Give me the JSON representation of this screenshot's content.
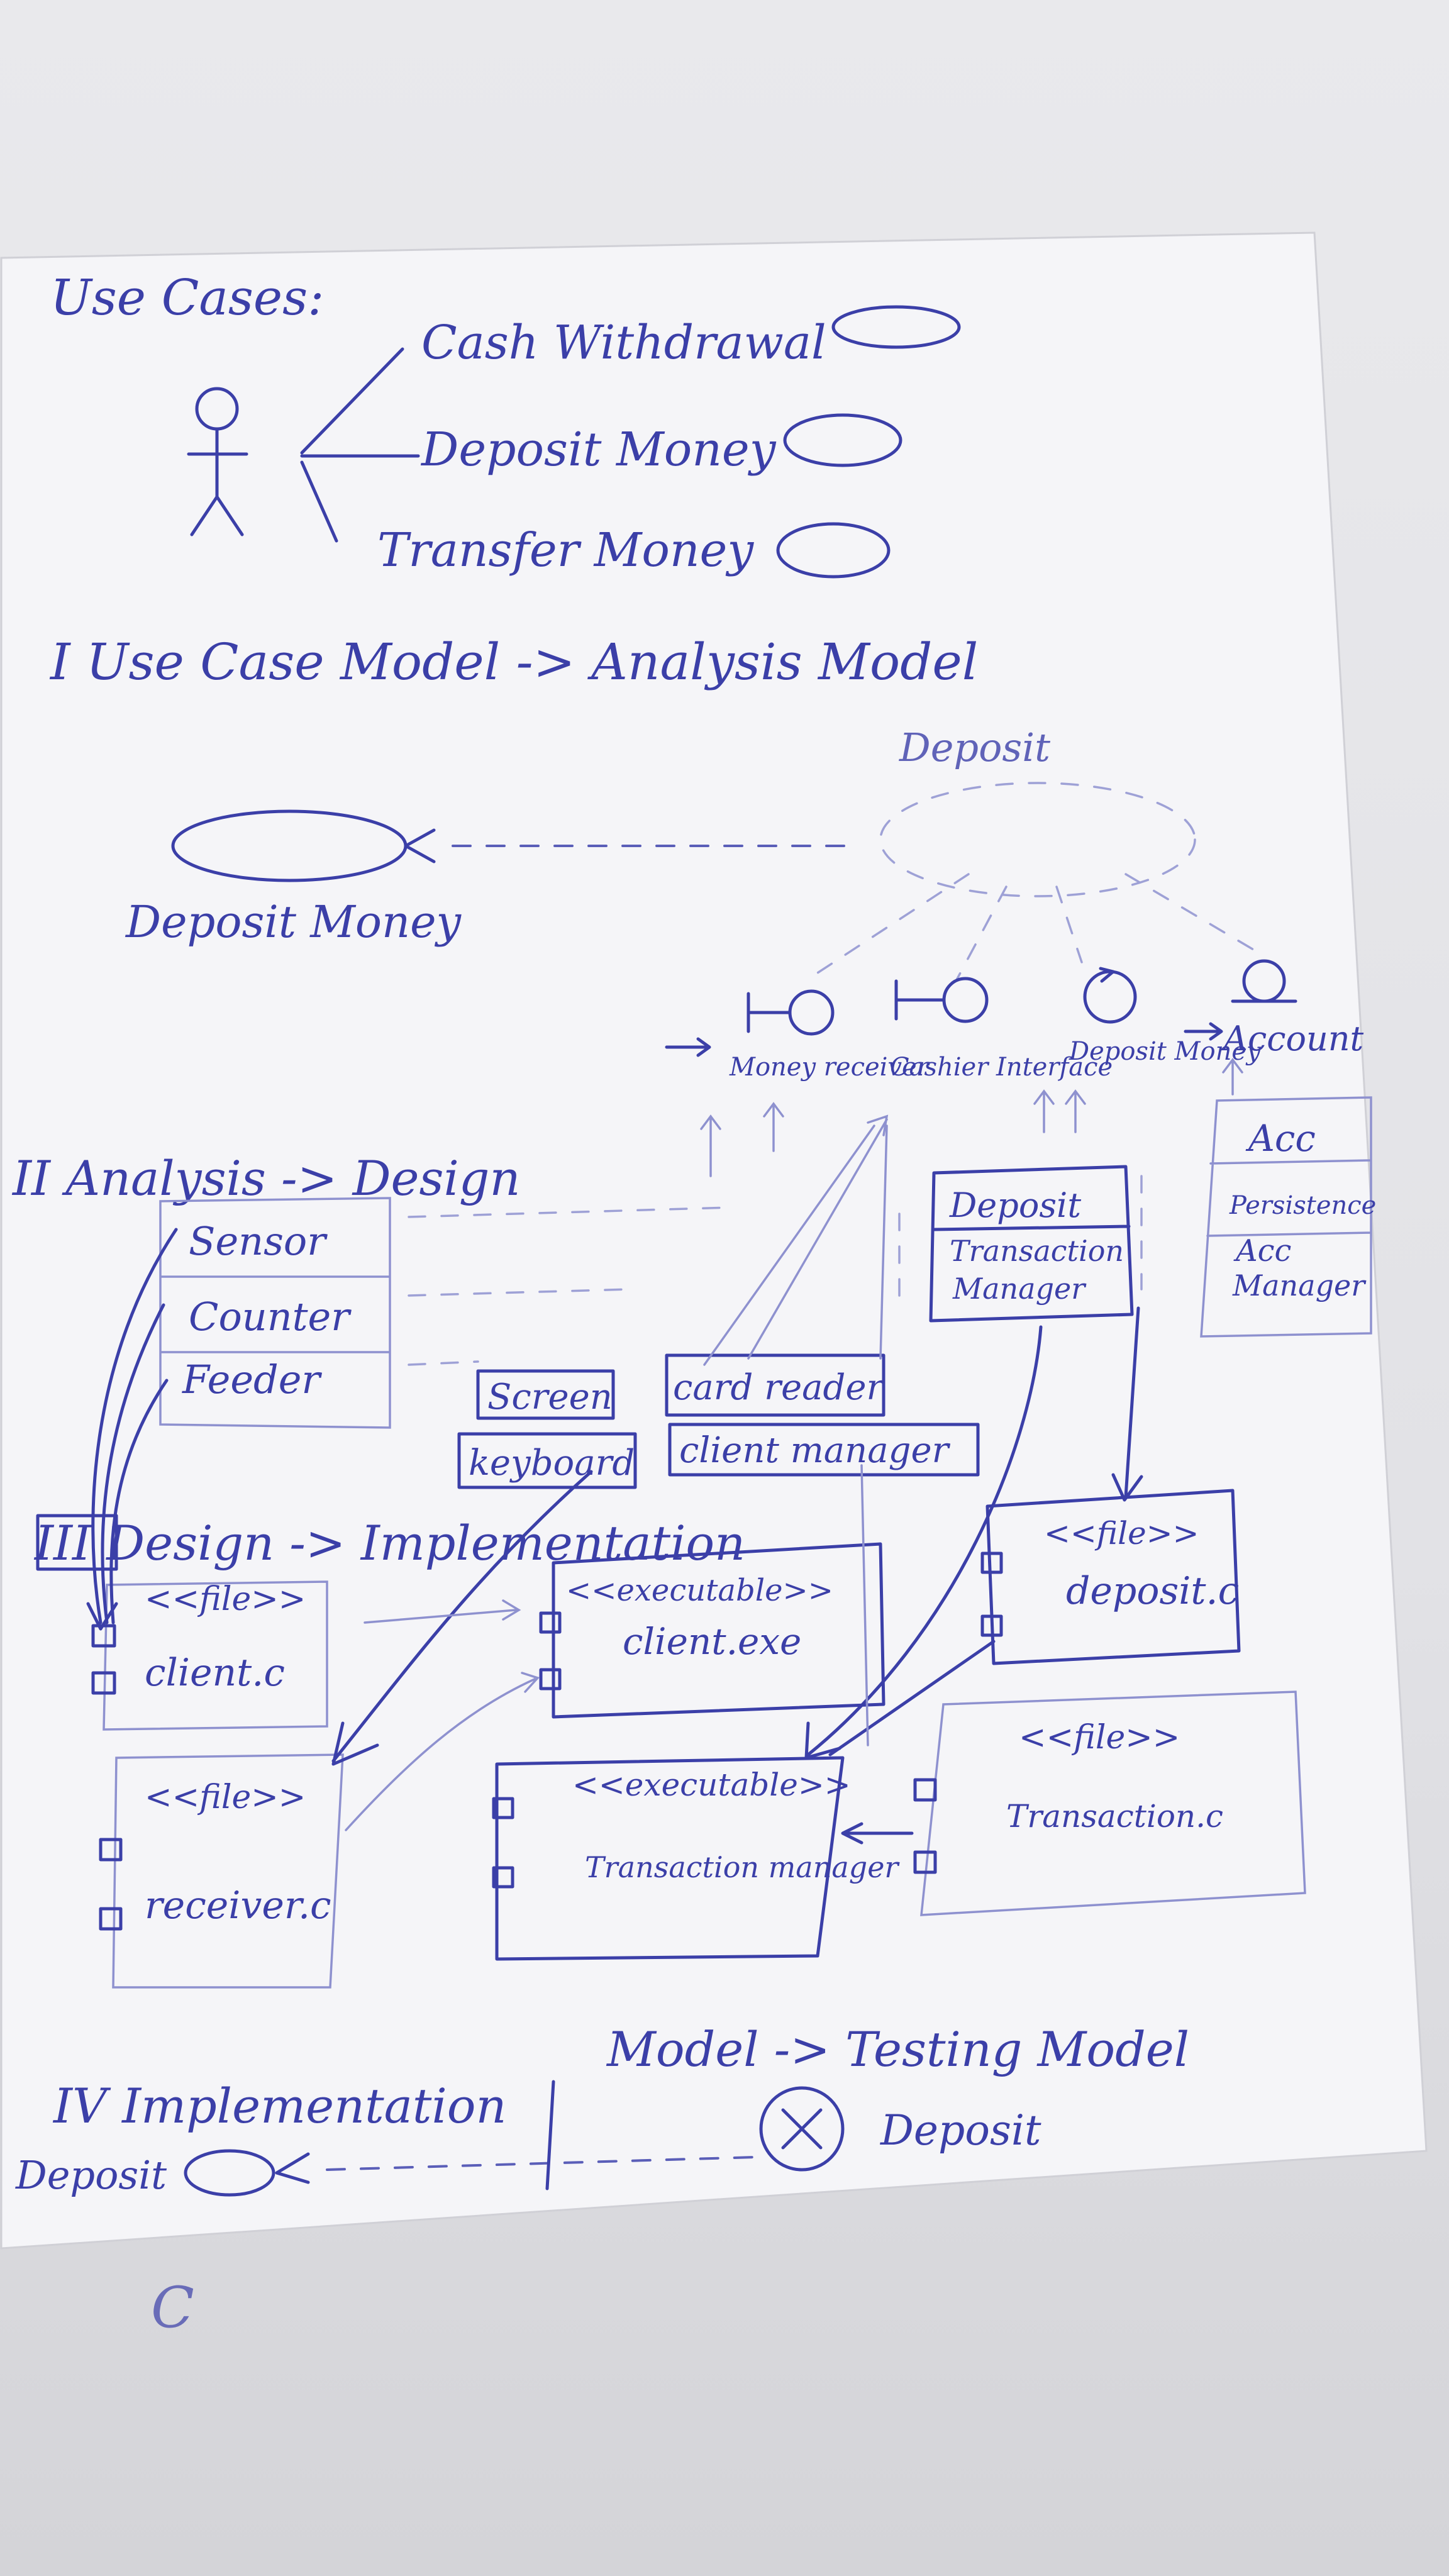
{
  "colors": {
    "ink": "#3b3fa8",
    "paper": "#f4f4f7",
    "background": "#dedee2"
  },
  "use_cases": {
    "heading": "Use Cases:",
    "items": [
      "Cash Withdrawal",
      "Deposit Money",
      "Transfer Money"
    ]
  },
  "section1": {
    "title": "I Use Case Model -> Analysis Model",
    "use_case_label": "Deposit Money",
    "collaboration_label": "Deposit",
    "classes": [
      {
        "label": "Money receiver",
        "icon": "boundary-icon"
      },
      {
        "label": "Cashier Interface",
        "icon": "boundary-icon"
      },
      {
        "label": "Deposit Money",
        "icon": "control-icon"
      },
      {
        "label": "Account",
        "icon": "entity-icon"
      }
    ]
  },
  "section2": {
    "title": "II Analysis -> Design",
    "left_box": [
      "Sensor",
      "Counter",
      "Feeder"
    ],
    "mid_boxes": [
      "Screen",
      "card reader",
      "keyboard",
      "client manager"
    ],
    "transaction_box": [
      "Deposit",
      "Transaction",
      "Manager"
    ],
    "account_box": [
      "Acc",
      "Persistence",
      "Acc",
      "Manager"
    ]
  },
  "section3": {
    "title": "III Design -> Implementation",
    "components": [
      {
        "stereotype": "<<file>>",
        "name": "client.c"
      },
      {
        "stereotype": "<<executable>>",
        "name": "client.exe"
      },
      {
        "stereotype": "<<file>>",
        "name": "deposit.c"
      },
      {
        "stereotype": "<<file>>",
        "name": "receiver.c"
      },
      {
        "stereotype": "<<executable>>",
        "name": "Transaction manager"
      },
      {
        "stereotype": "<<file>>",
        "name": "Transaction.c"
      }
    ]
  },
  "section4": {
    "title_left": "IV Implementation",
    "title_right": "Model -> Testing Model",
    "left_label": "Deposit",
    "right_label": "Deposit"
  },
  "margin_mark": "C"
}
